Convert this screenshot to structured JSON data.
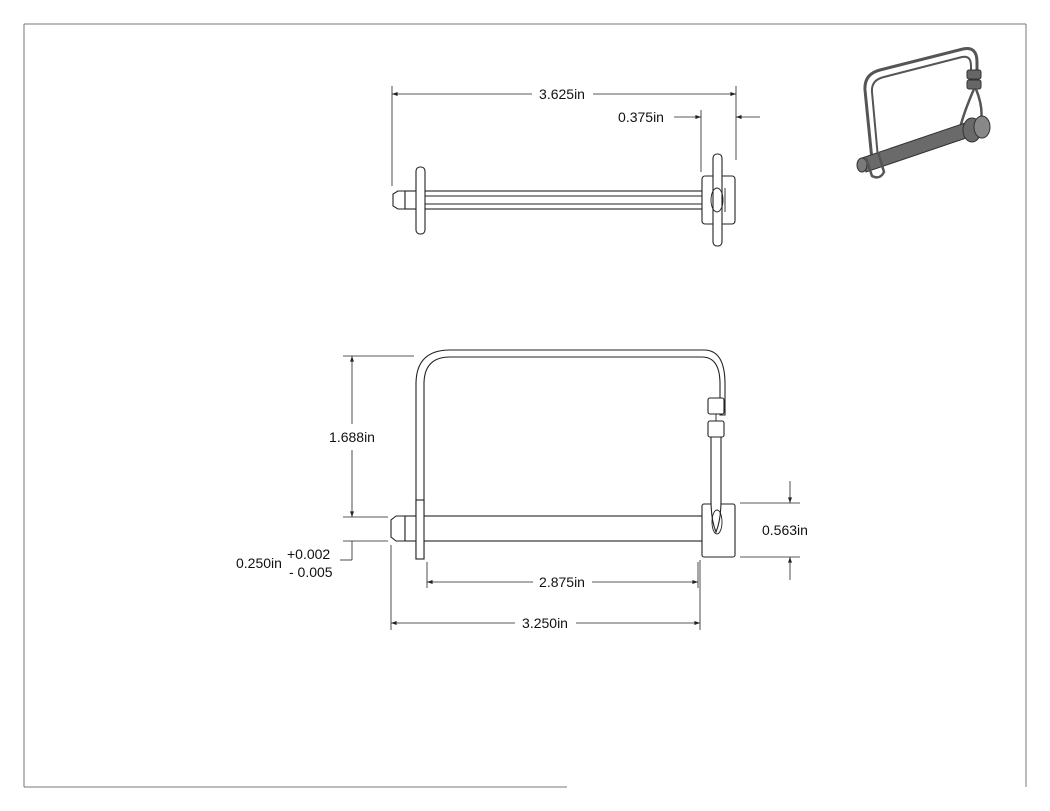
{
  "top_view": {
    "overall_length": "3.625in",
    "collar_width": "0.375in"
  },
  "front_view": {
    "bail_height": "1.688in",
    "pin_diameter": "0.250in",
    "pin_tol_plus": "+0.002",
    "pin_tol_minus": "- 0.005",
    "collar_height": "0.563in",
    "bail_span": "2.875in",
    "pin_length": "3.250in"
  },
  "colors": {
    "line": "#222222",
    "border": "#777777",
    "iso_body": "#555555"
  }
}
